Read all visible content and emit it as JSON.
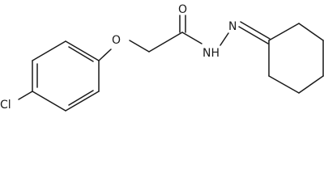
{
  "molecule": {
    "atoms": {
      "oxygen_ether": "O",
      "oxygen_carbonyl": "O",
      "nh": "NH",
      "nitrogen_imine": "N",
      "chlorine": "Cl"
    }
  },
  "colors": {
    "bond": "#1a1a1a",
    "label": "#1a1a1a",
    "background": "#ffffff"
  }
}
